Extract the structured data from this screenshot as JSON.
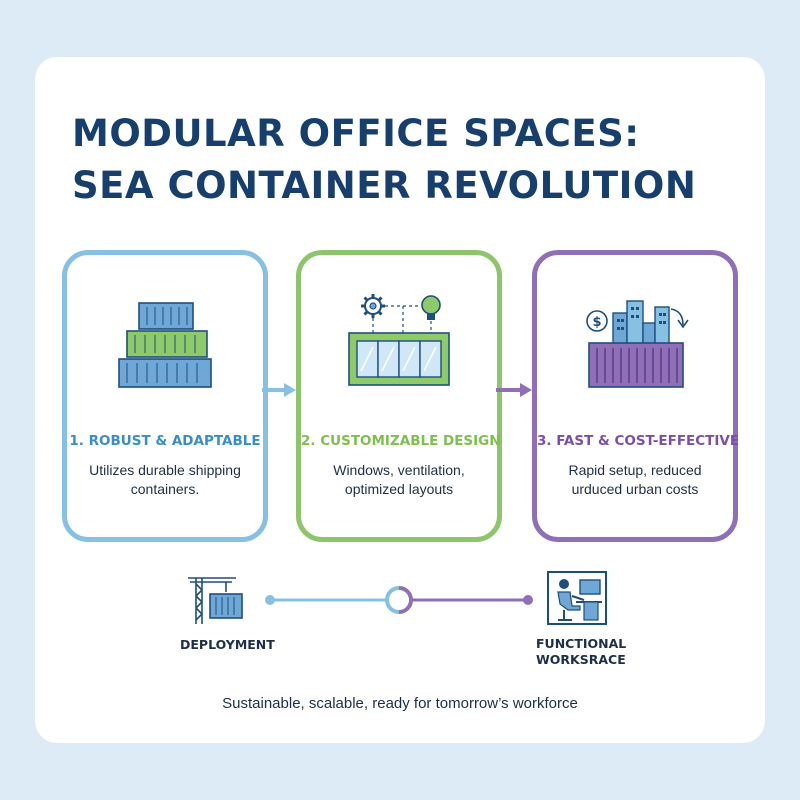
{
  "title": {
    "line1": "MODULAR OFFICE SPACES:",
    "line2": "SEA CONTAINER REVOLUTION"
  },
  "steps": [
    {
      "title": "1. ROBUST & ADAPTABLE",
      "description": "Utilizes durable shipping containers.",
      "icon": "stacked-containers-icon",
      "color": "#86c0e2"
    },
    {
      "title": "2. CUSTOMIZABLE DESIGN",
      "description": "Windows, ventilation, optimized layouts",
      "icon": "windowed-container-icon",
      "color": "#8cc56a"
    },
    {
      "title": "3. FAST & COST-EFFECTIVE",
      "description": "Rapid setup, reduced urduced urban costs",
      "icon": "city-cost-container-icon",
      "color": "#8f6fb8"
    }
  ],
  "timeline": {
    "start_label": "DEPLOYMENT",
    "end_label_line1": "FUNCTIONAL",
    "end_label_line2": "WORKSRACE",
    "start_icon": "crane-container-icon",
    "end_icon": "office-worker-icon",
    "left_color": "#86c0e2",
    "right_color": "#8f6fb8"
  },
  "footer": "Sustainable, scalable, ready for tomorrow’s workforce",
  "colors": {
    "background": "#dcebf6",
    "title": "#173f6e",
    "text": "#1d2f48"
  }
}
